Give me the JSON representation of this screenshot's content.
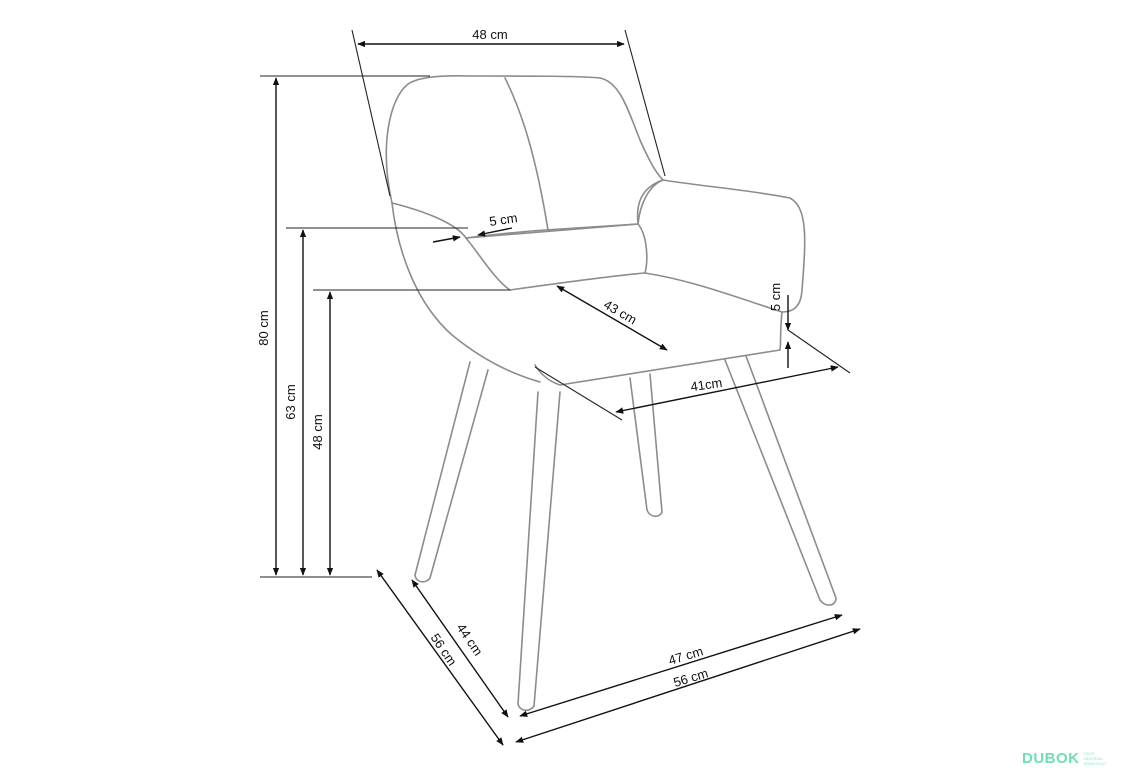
{
  "diagram": {
    "dimensions": {
      "top_width": "48 cm",
      "total_height": "80 cm",
      "armrest_height": "63 cm",
      "seat_height": "48 cm",
      "armrest_width_left": "5 cm",
      "armrest_width_right": "5 cm",
      "seat_depth": "43 cm",
      "seat_width": "41cm",
      "inner_depth": "44 cm",
      "outer_depth": "56 cm",
      "inner_width": "47 cm",
      "outer_width": "56 cm"
    },
    "colors": {
      "outline": "#8c8c8c",
      "dimension": "#111111"
    }
  },
  "watermark": {
    "brand": "DUBOK",
    "tagline": "ТВОЯ МЕБЛЕВА КРАМНИЦЯ"
  }
}
